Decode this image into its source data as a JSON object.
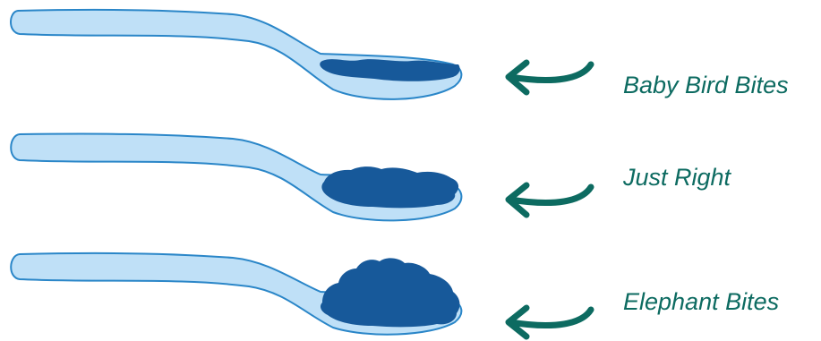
{
  "colors": {
    "spoon_fill": "#bfe0f7",
    "spoon_stroke": "#2a86c8",
    "food": "#17599a",
    "arrow": "#0d6b61",
    "label_text": "#0d6b61",
    "background": "#ffffff"
  },
  "portions": [
    {
      "label": "Baby Bird Bites",
      "icon": "arrow-left-icon"
    },
    {
      "label": "Just Right",
      "icon": "arrow-left-icon"
    },
    {
      "label": "Elephant Bites",
      "icon": "arrow-left-icon"
    }
  ]
}
